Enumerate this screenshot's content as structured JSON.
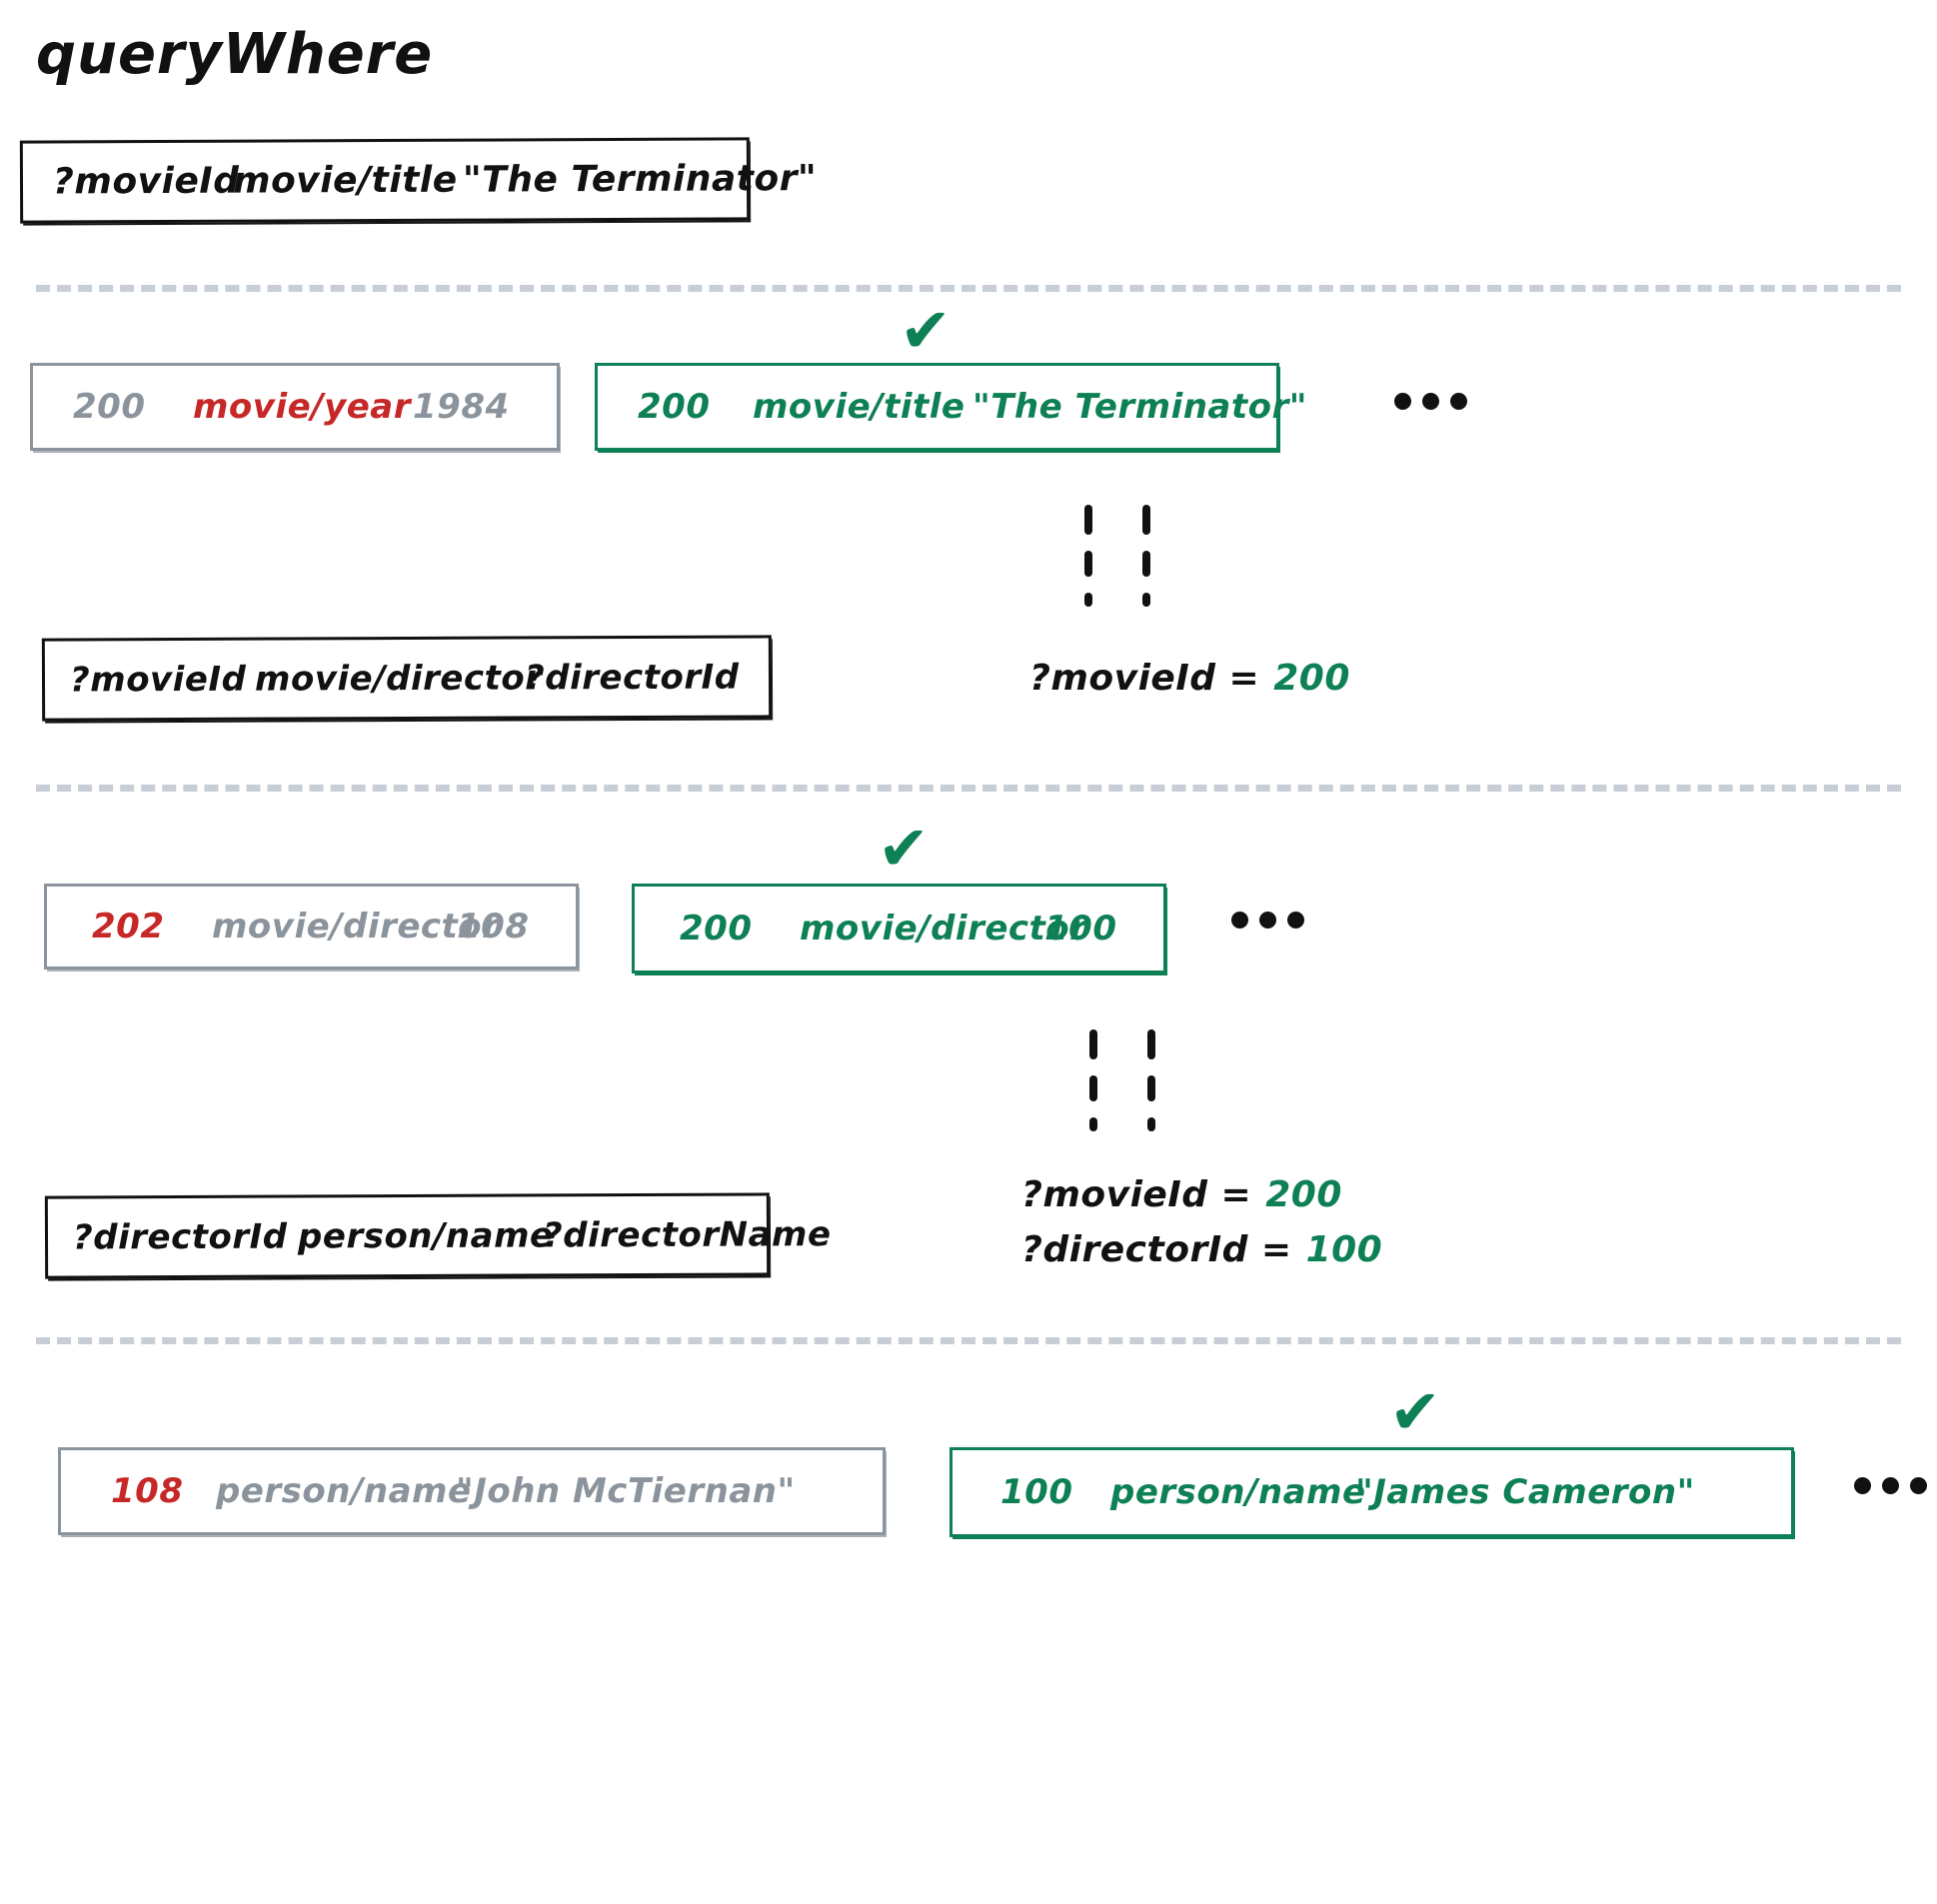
{
  "title": "queryWhere",
  "colors": {
    "ink": "#111111",
    "accept_green": "#0e8055",
    "reject_gray": "#8b949c",
    "highlight_red": "#c62828",
    "separator": "#c7ced6"
  },
  "icons": {
    "cross": "✕",
    "check": "✔",
    "ellipsis": "•••"
  },
  "clauses": [
    {
      "id": "clause-1",
      "entity": "?movieId",
      "attribute": "movie/title",
      "value": "\"The Terminator\""
    },
    {
      "id": "clause-2",
      "entity": "?movieId",
      "attribute": "movie/director",
      "value": "?directorId"
    },
    {
      "id": "clause-3",
      "entity": "?directorId",
      "attribute": "person/name",
      "value": "?directorName"
    }
  ],
  "stages": [
    {
      "id": "stage-1",
      "rejected": {
        "mark": "✕",
        "entity": "200",
        "attribute": "movie/year",
        "value": "1984",
        "highlight": "attribute"
      },
      "accepted": {
        "mark": "✔",
        "entity": "200",
        "attribute": "movie/title",
        "value": "\"The Terminator\""
      },
      "more": "•••"
    },
    {
      "id": "stage-2",
      "rejected": {
        "mark": "✕",
        "entity": "202",
        "attribute": "movie/director",
        "value": "108",
        "highlight": "entity"
      },
      "accepted": {
        "mark": "✔",
        "entity": "200",
        "attribute": "movie/director",
        "value": "100"
      },
      "more": "•••"
    },
    {
      "id": "stage-3",
      "rejected": {
        "mark": "✕",
        "entity": "108",
        "attribute": "person/name",
        "value": "\"John McTiernan\"",
        "highlight": "entity"
      },
      "accepted": {
        "mark": "✔",
        "entity": "100",
        "attribute": "person/name",
        "value": "\"James Cameron\""
      },
      "more": "•••"
    }
  ],
  "bindings": [
    {
      "id": "bindings-1",
      "lines": [
        {
          "var": "?movieId =",
          "value": "200"
        }
      ]
    },
    {
      "id": "bindings-2",
      "lines": [
        {
          "var": "?movieId =",
          "value": "200"
        },
        {
          "var": "?directorId =",
          "value": "100"
        }
      ]
    }
  ]
}
